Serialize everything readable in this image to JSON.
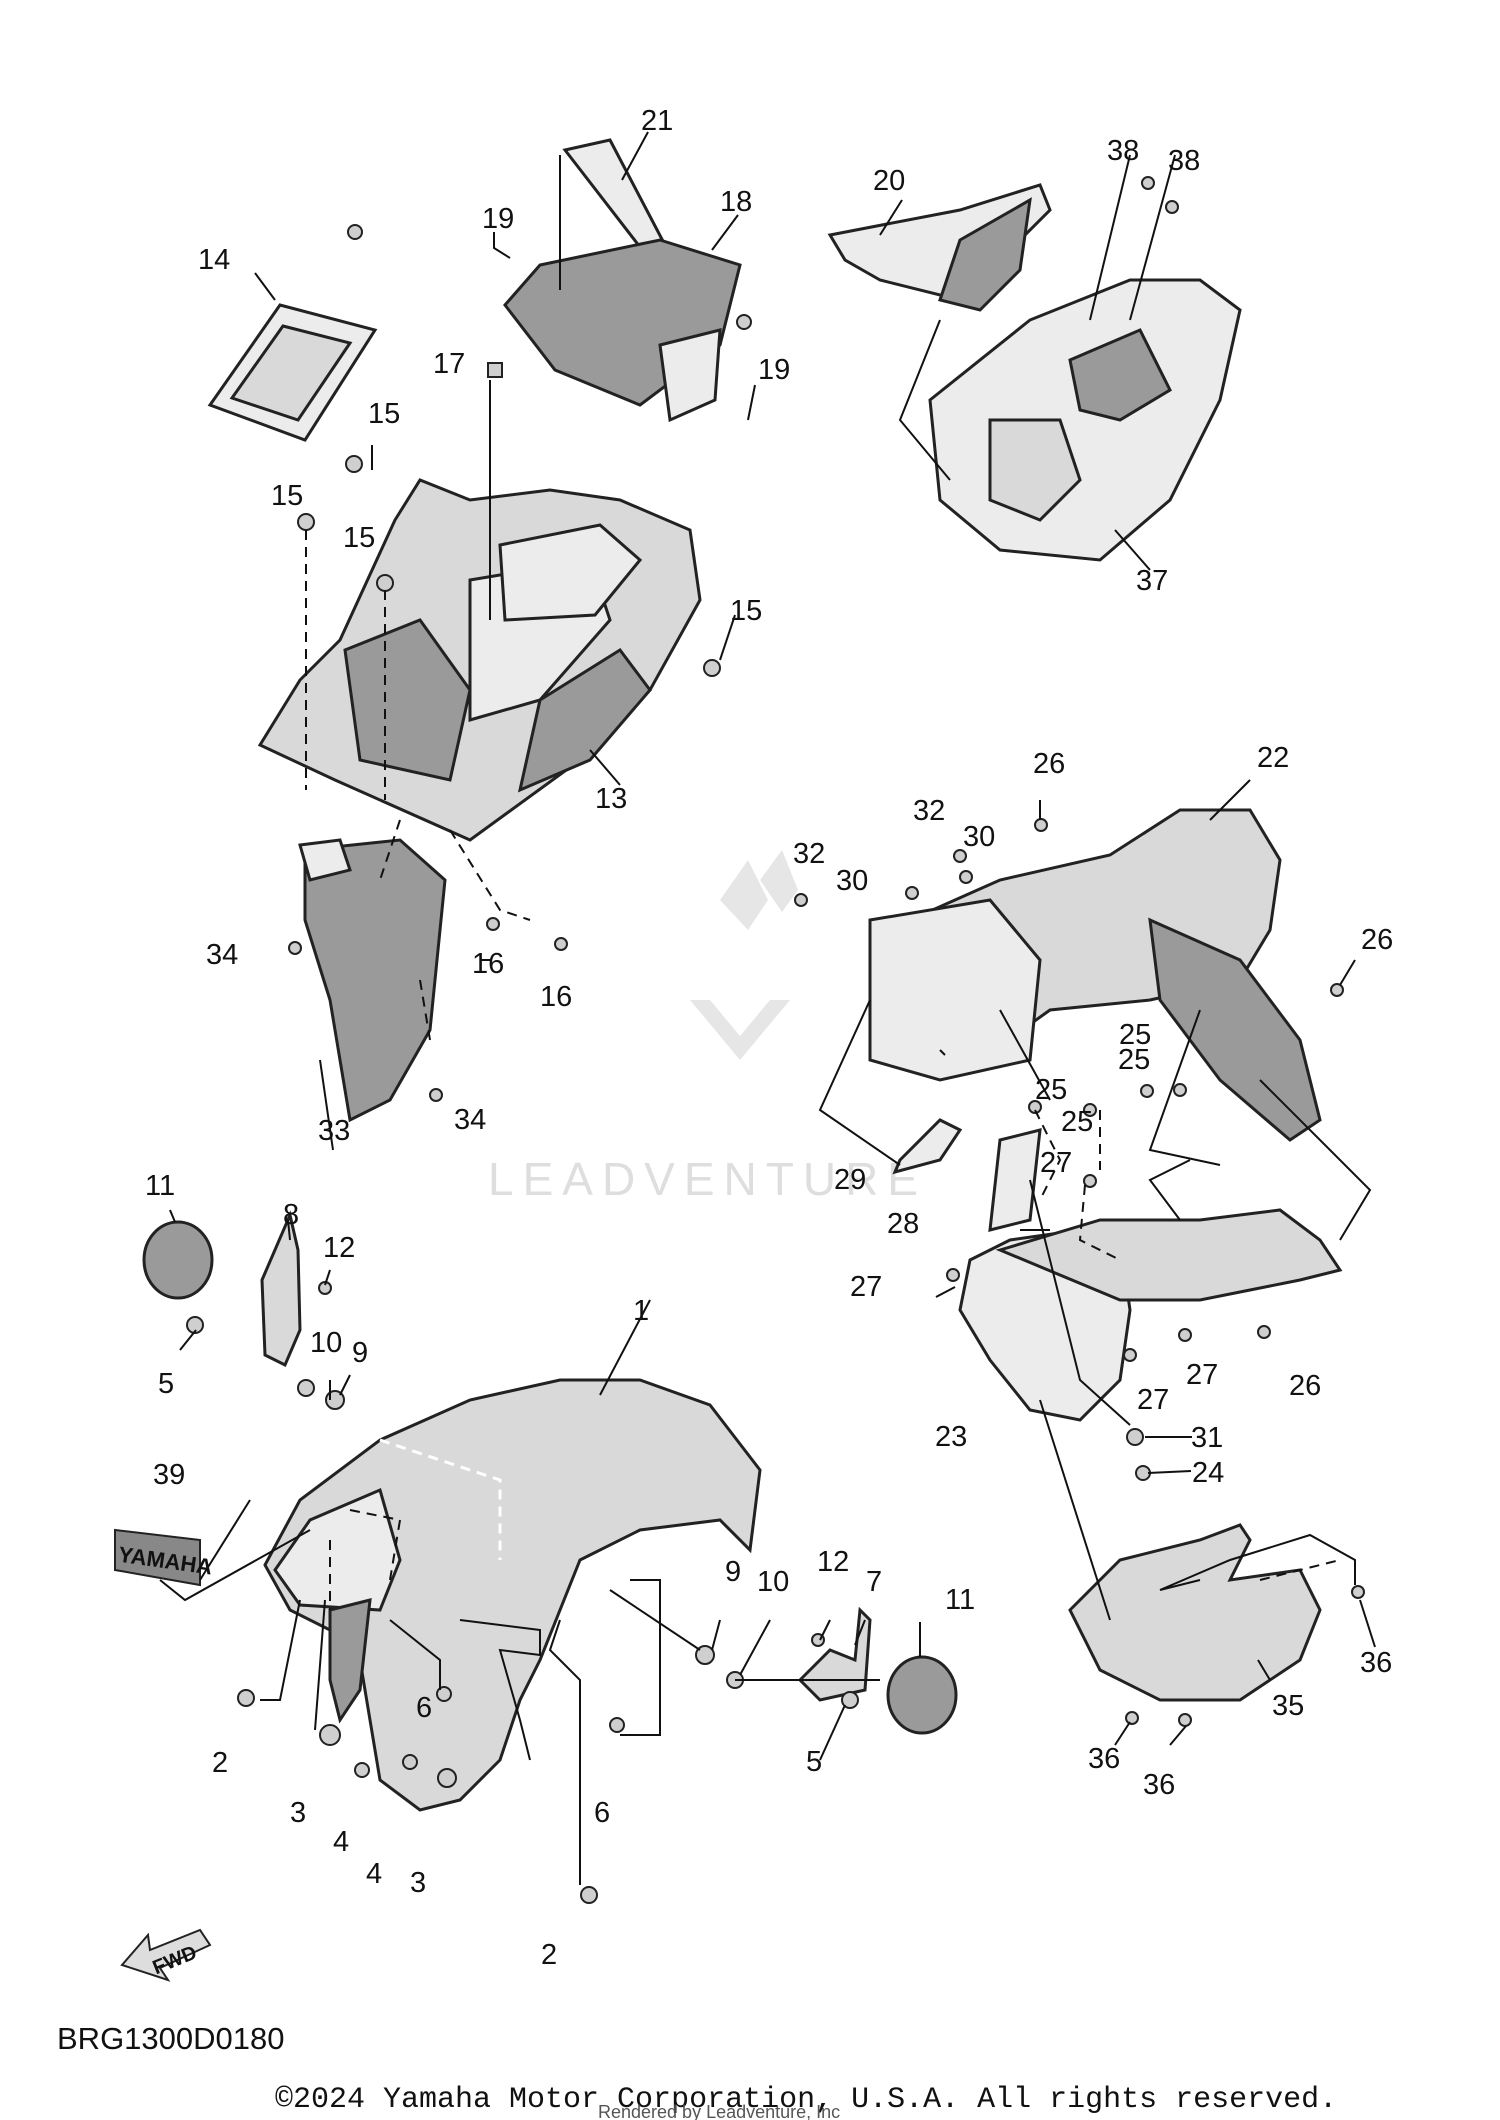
{
  "diagram_code": "BRG1300D0180",
  "copyright": "©2024 Yamaha Motor Corporation, U.S.A. All rights reserved.",
  "rendered_by": "Rendered by Leadventure, Inc",
  "watermark": "LEADVENTURE",
  "fwd_label": "FWD",
  "logo_text": "YAMAHA",
  "callouts": {
    "c1": "1",
    "c2a": "2",
    "c2b": "2",
    "c3a": "3",
    "c3b": "3",
    "c4a": "4",
    "c4b": "4",
    "c5a": "5",
    "c5b": "5",
    "c6a": "6",
    "c6b": "6",
    "c7": "7",
    "c8": "8",
    "c9a": "9",
    "c9b": "9",
    "c10a": "10",
    "c10b": "10",
    "c11a": "11",
    "c11b": "11",
    "c12a": "12",
    "c12b": "12",
    "c13": "13",
    "c14": "14",
    "c15a": "15",
    "c15b": "15",
    "c15c": "15",
    "c15d": "15",
    "c16a": "16",
    "c16b": "16",
    "c17": "17",
    "c18": "18",
    "c19a": "19",
    "c19b": "19",
    "c20": "20",
    "c21": "21",
    "c22": "22",
    "c23": "23",
    "c24": "24",
    "c25a": "25",
    "c25b": "25",
    "c25c": "25",
    "c25d": "25",
    "c26a": "26",
    "c26b": "26",
    "c26c": "26",
    "c27a": "27",
    "c27b": "27",
    "c27c": "27",
    "c27d": "27",
    "c28": "28",
    "c29": "29",
    "c30a": "30",
    "c30b": "30",
    "c31": "31",
    "c32a": "32",
    "c32b": "32",
    "c33": "33",
    "c34a": "34",
    "c34b": "34",
    "c35": "35",
    "c36a": "36",
    "c36b": "36",
    "c36c": "36",
    "c37": "37",
    "c38a": "38",
    "c38b": "38",
    "c39": "39"
  }
}
